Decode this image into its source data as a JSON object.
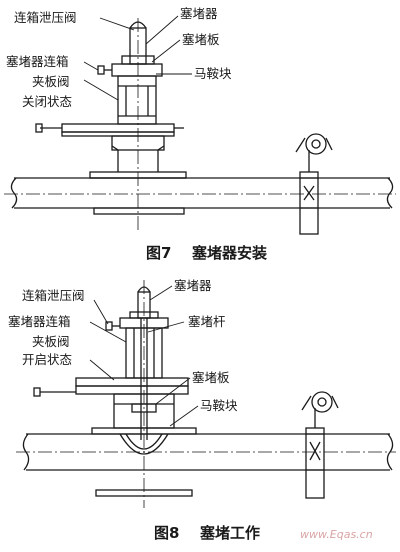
{
  "figure7": {
    "labels": {
      "vent_valve": "连箱泄压阀",
      "plug_device": "塞堵器",
      "plug_plate": "塞堵板",
      "valve_line1": "塞堵器连箱",
      "valve_line2": "夹板阀",
      "valve_line3": "关闭状态",
      "saddle": "马鞍块"
    },
    "caption_num": "图7",
    "caption_text": "塞堵器安装"
  },
  "figure8": {
    "labels": {
      "vent_valve": "连箱泄压阀",
      "plug_device": "塞堵器",
      "valve_line1": "塞堵器连箱",
      "plug_rod": "塞堵杆",
      "valve_line2": "夹板阀",
      "valve_line3": "开启状态",
      "plug_plate": "塞堵板",
      "saddle": "马鞍块"
    },
    "caption_num": "图8",
    "caption_text": "塞堵工作"
  },
  "watermark": "www.Eqas.cn",
  "colors": {
    "ink": "#1a1a1a",
    "watermark": "#d9a3a3",
    "background": "#ffffff"
  }
}
